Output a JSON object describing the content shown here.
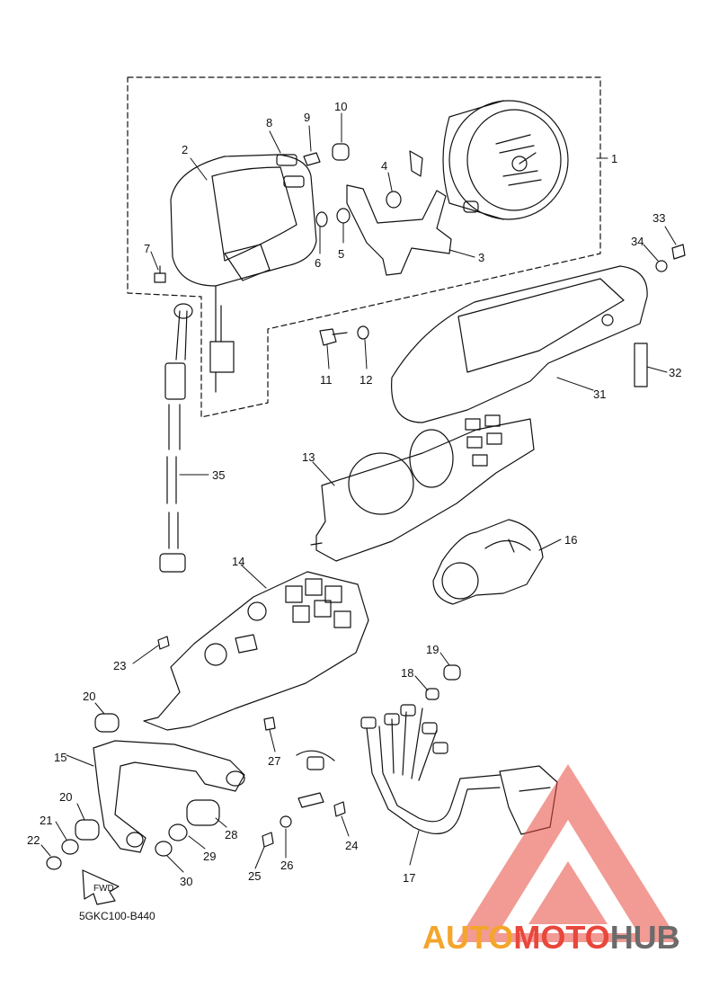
{
  "diagram": {
    "drawing_code": "5GKC100-B440",
    "fwd_label": "FWD",
    "callouts": [
      {
        "id": "c1",
        "text": "1"
      },
      {
        "id": "c2",
        "text": "2"
      },
      {
        "id": "c3",
        "text": "3"
      },
      {
        "id": "c4",
        "text": "4"
      },
      {
        "id": "c5",
        "text": "5"
      },
      {
        "id": "c6",
        "text": "6"
      },
      {
        "id": "c7",
        "text": "7"
      },
      {
        "id": "c8",
        "text": "8"
      },
      {
        "id": "c9",
        "text": "9"
      },
      {
        "id": "c10",
        "text": "10"
      },
      {
        "id": "c11",
        "text": "11"
      },
      {
        "id": "c12",
        "text": "12"
      },
      {
        "id": "c13",
        "text": "13"
      },
      {
        "id": "c14",
        "text": "14"
      },
      {
        "id": "c15",
        "text": "15"
      },
      {
        "id": "c16",
        "text": "16"
      },
      {
        "id": "c17",
        "text": "17"
      },
      {
        "id": "c18",
        "text": "18"
      },
      {
        "id": "c19",
        "text": "19"
      },
      {
        "id": "c20a",
        "text": "20"
      },
      {
        "id": "c20b",
        "text": "20"
      },
      {
        "id": "c21",
        "text": "21"
      },
      {
        "id": "c22",
        "text": "22"
      },
      {
        "id": "c23",
        "text": "23"
      },
      {
        "id": "c24",
        "text": "24"
      },
      {
        "id": "c25",
        "text": "25"
      },
      {
        "id": "c26",
        "text": "26"
      },
      {
        "id": "c27",
        "text": "27"
      },
      {
        "id": "c28",
        "text": "28"
      },
      {
        "id": "c29",
        "text": "29"
      },
      {
        "id": "c30",
        "text": "30"
      },
      {
        "id": "c31",
        "text": "31"
      },
      {
        "id": "c32",
        "text": "32"
      },
      {
        "id": "c33",
        "text": "33"
      },
      {
        "id": "c34",
        "text": "34"
      },
      {
        "id": "c35",
        "text": "35"
      }
    ]
  },
  "watermark": {
    "part1": "AUTO",
    "part2": "MOTO",
    "part3": "HUB",
    "colors": {
      "part1": "#f4a52b",
      "part2": "#e8473c",
      "part3": "#6b6b6b",
      "triangle": "#e8473c"
    }
  }
}
